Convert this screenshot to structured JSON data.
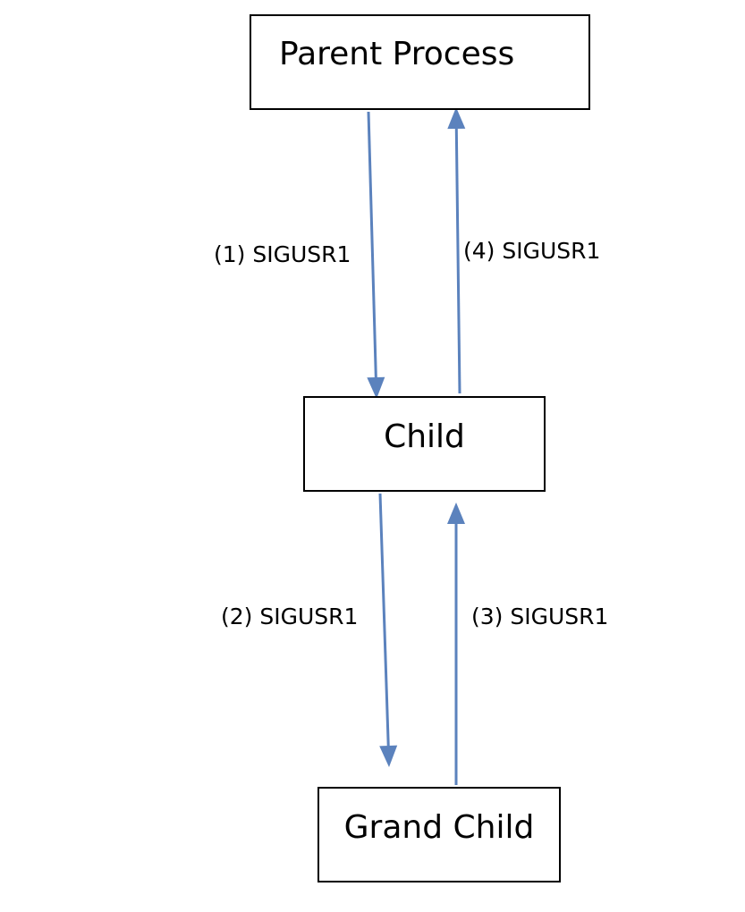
{
  "nodes": {
    "parent": "Parent Process",
    "child": "Child",
    "grandchild": "Grand Child"
  },
  "edges": [
    {
      "label": "(1) SIGUSR1",
      "from": "Parent Process",
      "to": "Child"
    },
    {
      "label": "(2) SIGUSR1",
      "from": "Child",
      "to": "Grand Child"
    },
    {
      "label": "(3) SIGUSR1",
      "from": "Grand Child",
      "to": "Child"
    },
    {
      "label": "(4) SIGUSR1",
      "from": "Child",
      "to": "Parent Process"
    }
  ],
  "colors": {
    "arrow": "#5b82bd",
    "box_border": "#000000",
    "text": "#000000",
    "background": "#ffffff"
  }
}
